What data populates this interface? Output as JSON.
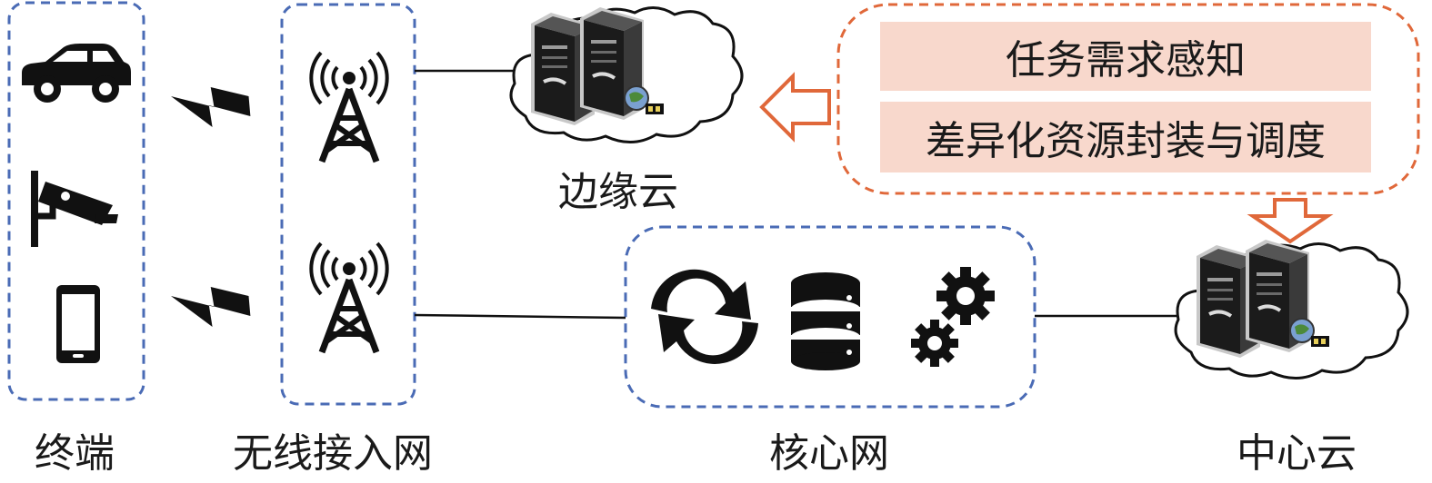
{
  "labels": {
    "terminal": "终端",
    "wireless": "无线接入网",
    "core": "核心网",
    "edge_cloud": "边缘云",
    "center_cloud": "中心云"
  },
  "boxes": {
    "task_perception": "任务需求感知",
    "resource_scheduling": "差异化资源封装与调度"
  },
  "colors": {
    "blue_dash": "#4a6bb5",
    "orange": "#e0683a",
    "box_fill": "#f8d8cc"
  },
  "icons": [
    "car-icon",
    "camera-icon",
    "phone-icon",
    "lightning-icon",
    "tower-icon",
    "server-icon",
    "cloud-icon",
    "sync-icon",
    "database-icon",
    "gears-icon",
    "arrow-icon"
  ]
}
